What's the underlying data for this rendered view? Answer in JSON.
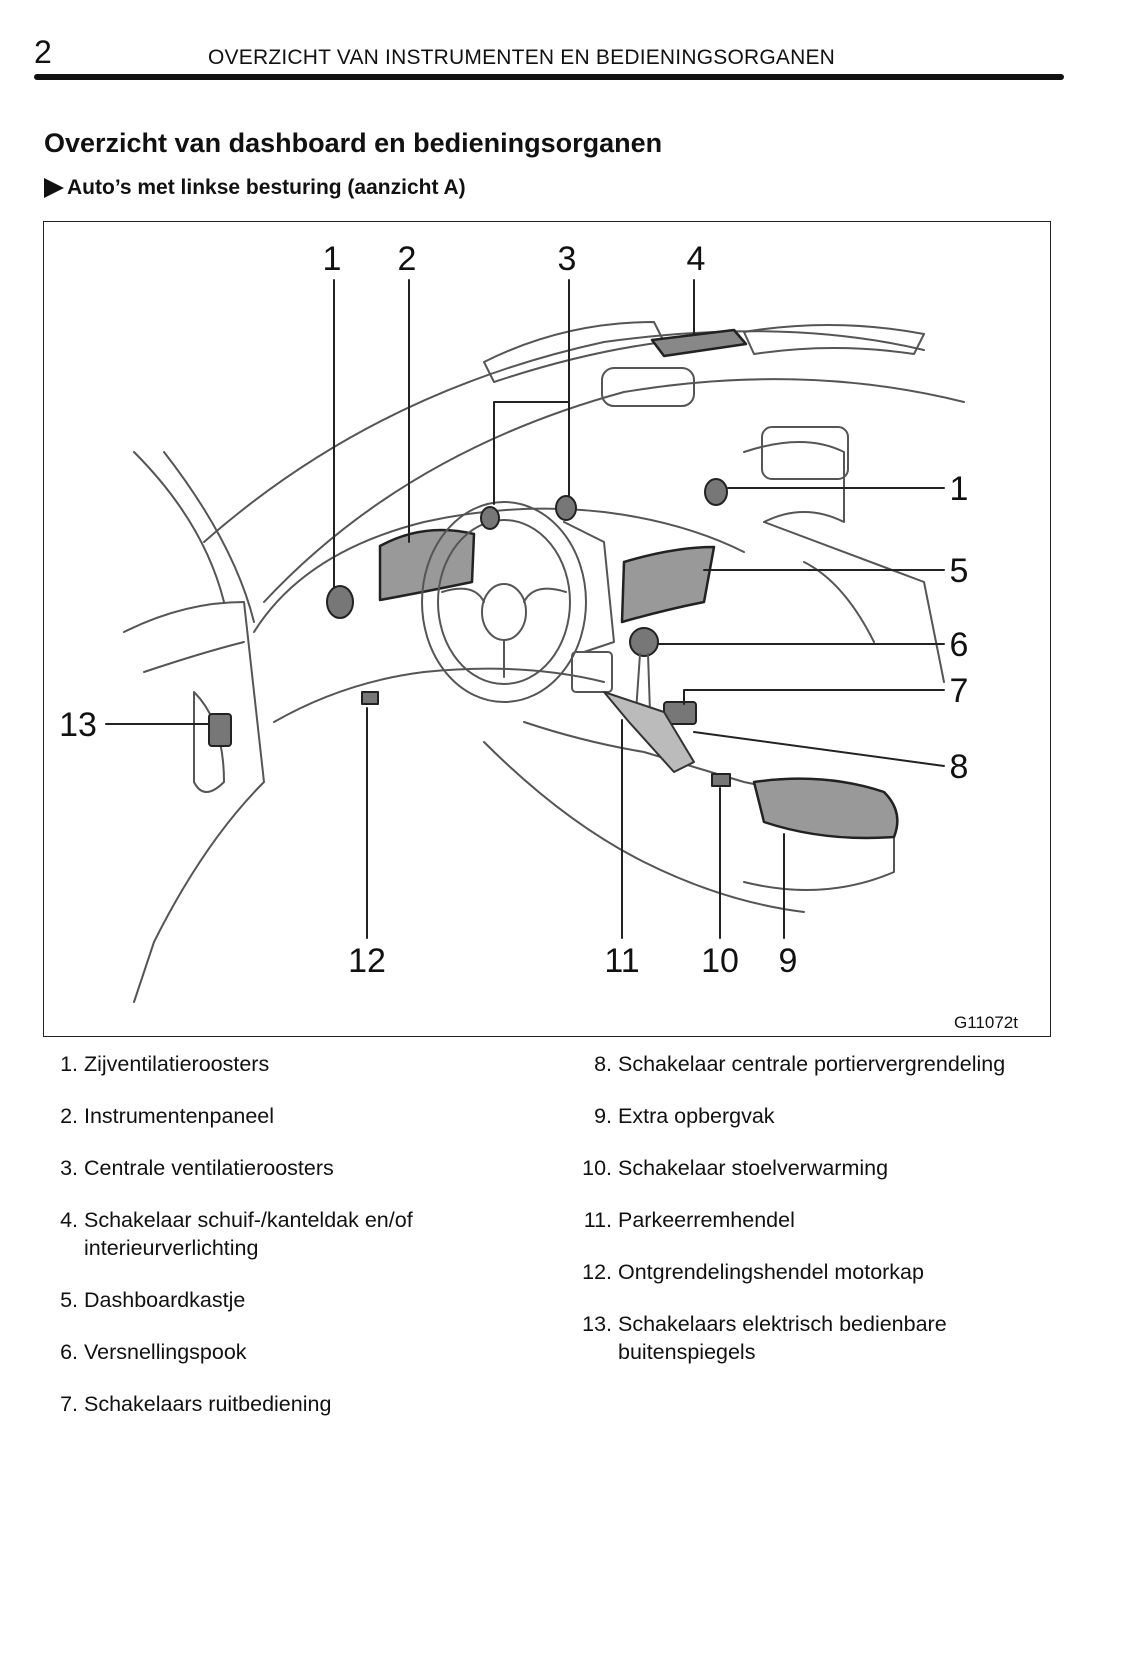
{
  "header": {
    "page_number": "2",
    "running_title": "OVERZICHT VAN INSTRUMENTEN EN BEDIENINGSORGANEN"
  },
  "section_title": "Overzicht van dashboard en bedieningsorganen",
  "subsection_title": "Auto’s met linkse besturing (aanzicht A)",
  "figure": {
    "code": "G11072t",
    "callouts": [
      "1",
      "2",
      "3",
      "4",
      "1",
      "5",
      "6",
      "7",
      "8",
      "13",
      "12",
      "11",
      "10",
      "9"
    ]
  },
  "legend_left": [
    {
      "num": "1.",
      "text": "Zijventilatieroosters"
    },
    {
      "num": "2.",
      "text": "Instrumentenpaneel"
    },
    {
      "num": "3.",
      "text": "Centrale ventilatieroosters"
    },
    {
      "num": "4.",
      "text": "Schakelaar schuif-/kanteldak en/of interieurverlichting"
    },
    {
      "num": "5.",
      "text": "Dashboardkastje"
    },
    {
      "num": "6.",
      "text": "Versnellingspook"
    },
    {
      "num": "7.",
      "text": "Schakelaars ruitbediening"
    }
  ],
  "legend_right": [
    {
      "num": "8.",
      "text": "Schakelaar centrale portiervergrendeling"
    },
    {
      "num": "9.",
      "text": "Extra opbergvak"
    },
    {
      "num": "10.",
      "text": "Schakelaar stoelverwarming"
    },
    {
      "num": "11.",
      "text": "Parkeerremhendel"
    },
    {
      "num": "12.",
      "text": "Ontgrendelingshendel motorkap"
    },
    {
      "num": "13.",
      "text": "Schakelaars elektrisch bedienbare buitenspiegels"
    }
  ]
}
